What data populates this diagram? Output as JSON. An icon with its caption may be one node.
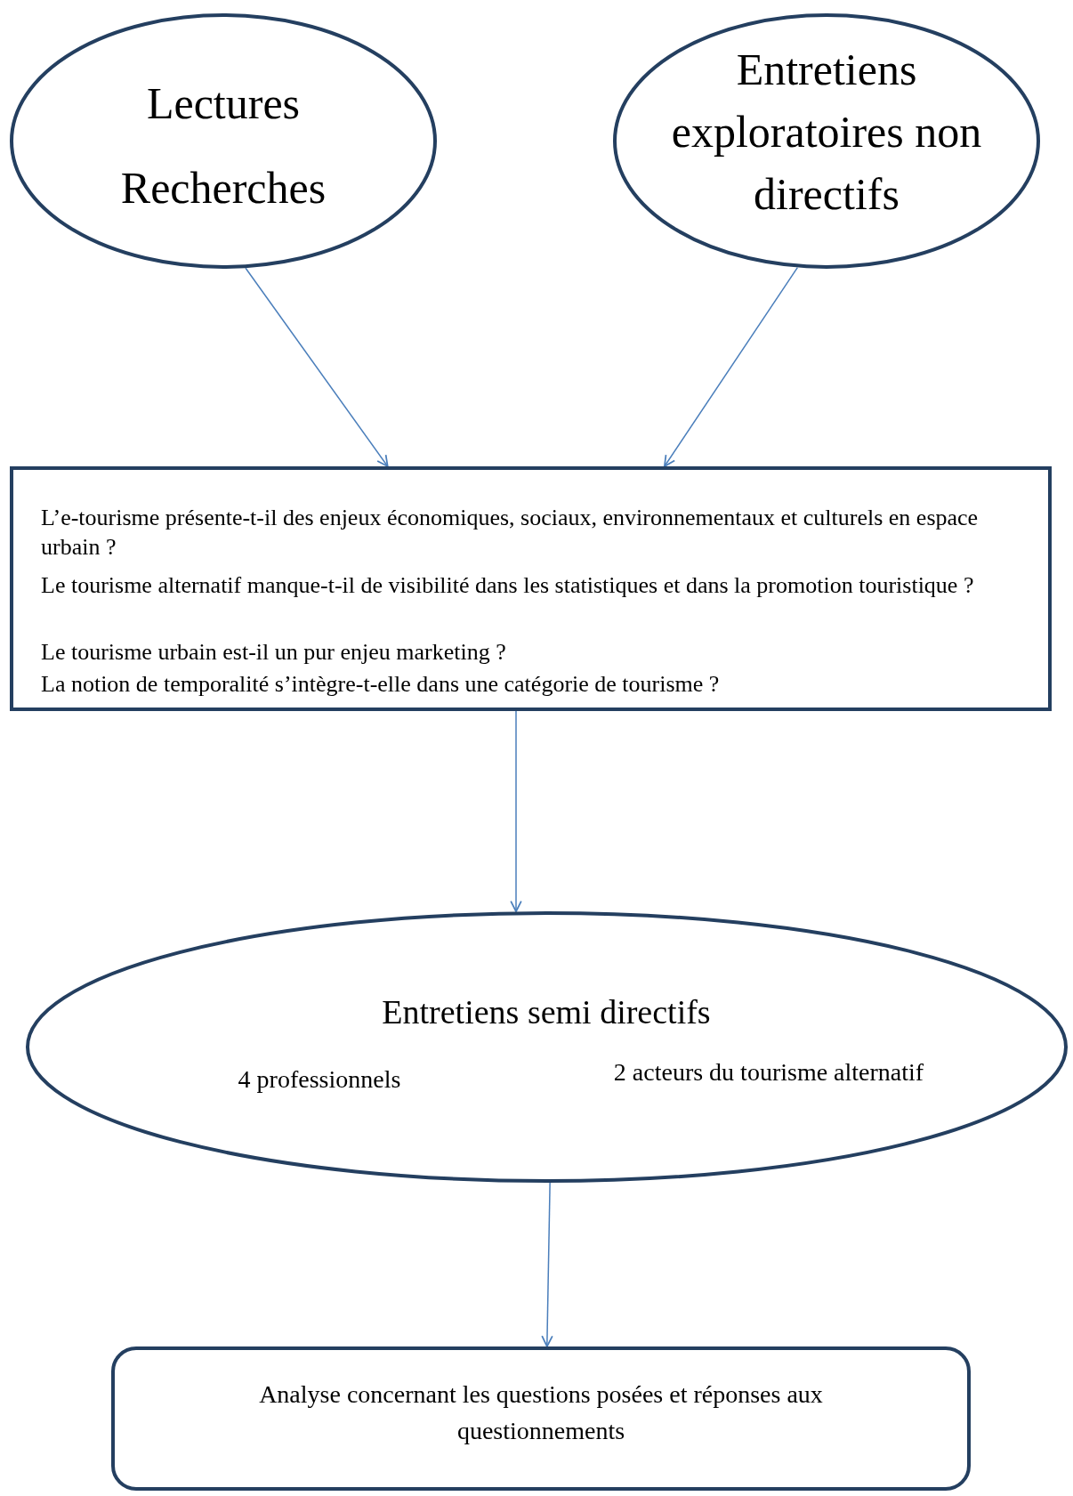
{
  "diagram": {
    "nodes": [
      {
        "text": [
          "Lectures",
          "Recherches"
        ]
      },
      {
        "text": [
          "Entretiens exploratoires non directifs"
        ]
      },
      {
        "text": [
          "L’e-tourisme présente-t-il des enjeux économiques, sociaux, environnementaux et culturels en espace urbain ?",
          "Le tourisme alternatif manque-t-il de visibilité dans les statistiques et dans la promotion touristique ?",
          "Le tourisme urbain est-il un pur enjeu marketing ?",
          "La notion de temporalité s’intègre-t-elle dans une catégorie de tourisme ?"
        ]
      },
      {
        "text": [
          "Entretiens semi directifs",
          "4 professionnels",
          "2 acteurs du tourisme alternatif"
        ]
      },
      {
        "text": [
          "Analyse concernant les questions posées et réponses aux questionnements"
        ]
      }
    ],
    "edges": [
      {
        "from": 0,
        "to": 2,
        "arrow": "to"
      },
      {
        "from": 1,
        "to": 2,
        "arrow": "to"
      },
      {
        "from": 2,
        "to": 3,
        "arrow": "to"
      },
      {
        "from": 3,
        "to": 4,
        "arrow": "to"
      }
    ]
  }
}
